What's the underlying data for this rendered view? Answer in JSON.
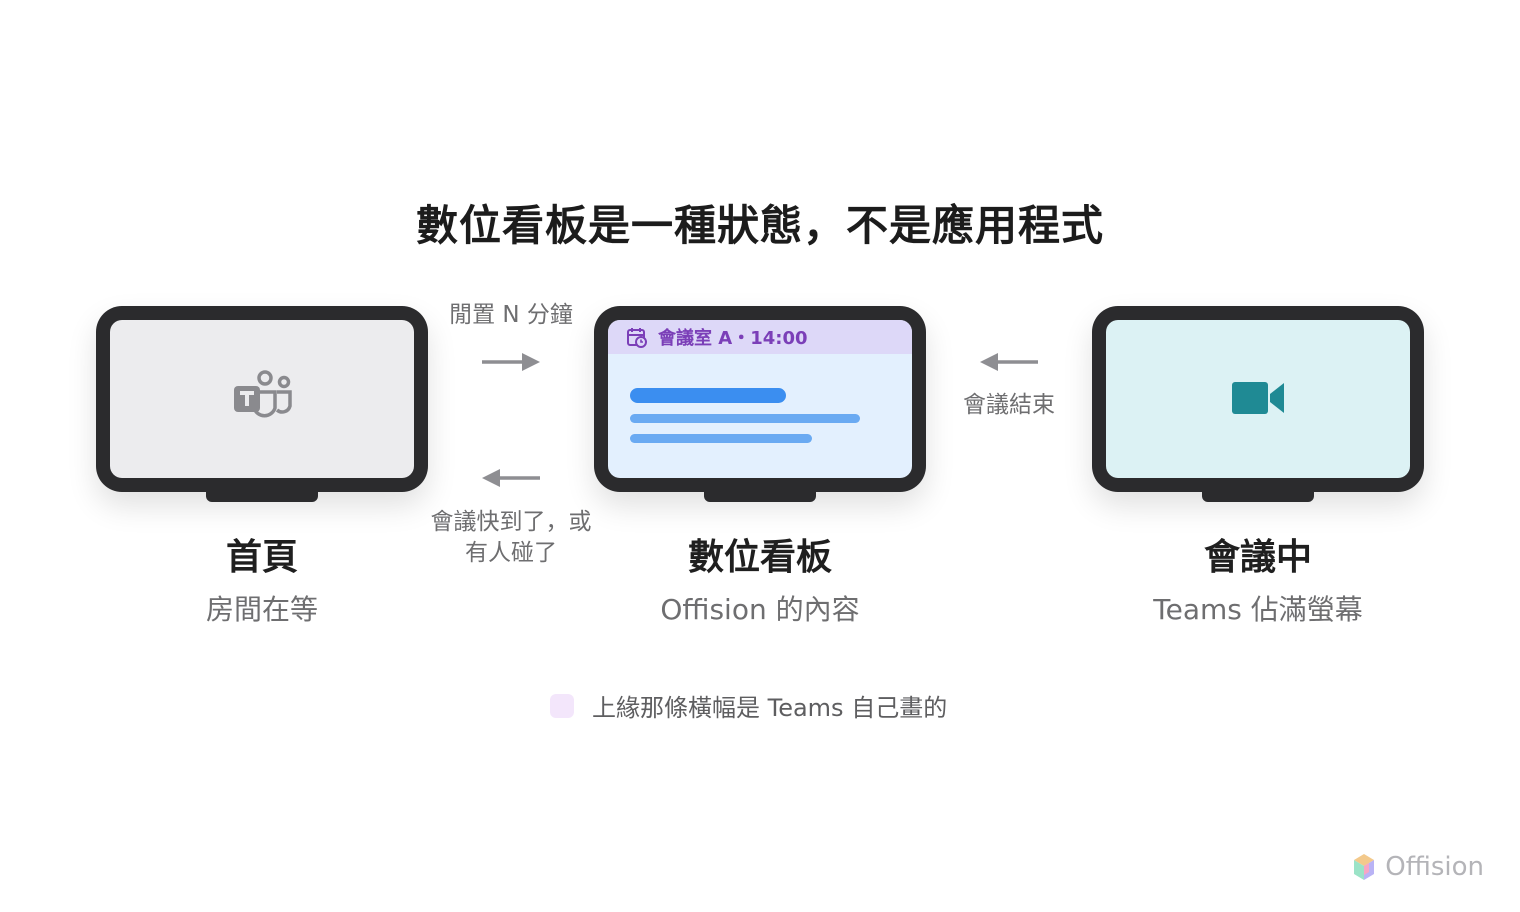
{
  "title": "數位看板是一種狀態，不是應用程式",
  "states": [
    {
      "name": "首頁",
      "subtitle": "房間在等"
    },
    {
      "name": "數位看板",
      "subtitle": "Offision 的內容"
    },
    {
      "name": "會議中",
      "subtitle": "Teams 佔滿螢幕"
    }
  ],
  "signage_banner": "會議室 A・14:00",
  "transitions": {
    "idle": "閒置 N 分鐘",
    "meeting_soon_line1": "會議快到了，或",
    "meeting_soon_line2": "有人碰了",
    "meeting_end": "會議結束"
  },
  "legend": "上緣那條橫幅是 Teams 自己畫的",
  "brand": "Offision",
  "colors": {
    "bezel": "#2b2b2d",
    "home_screen": "#ececee",
    "signage_screen": "#e3f0fe",
    "banner": "#ddd8f8",
    "banner_text": "#7b3fb8",
    "bar": "#3b8ef0",
    "meeting_screen": "#dcf2f4",
    "camera": "#1f8a94",
    "arrow": "#8e8e92",
    "legend_swatch": "#f3e6fb"
  },
  "icons": [
    "teams-logo-icon",
    "calendar-icon",
    "video-camera-icon",
    "arrow-right-icon",
    "arrow-left-icon",
    "offision-logo-icon"
  ]
}
